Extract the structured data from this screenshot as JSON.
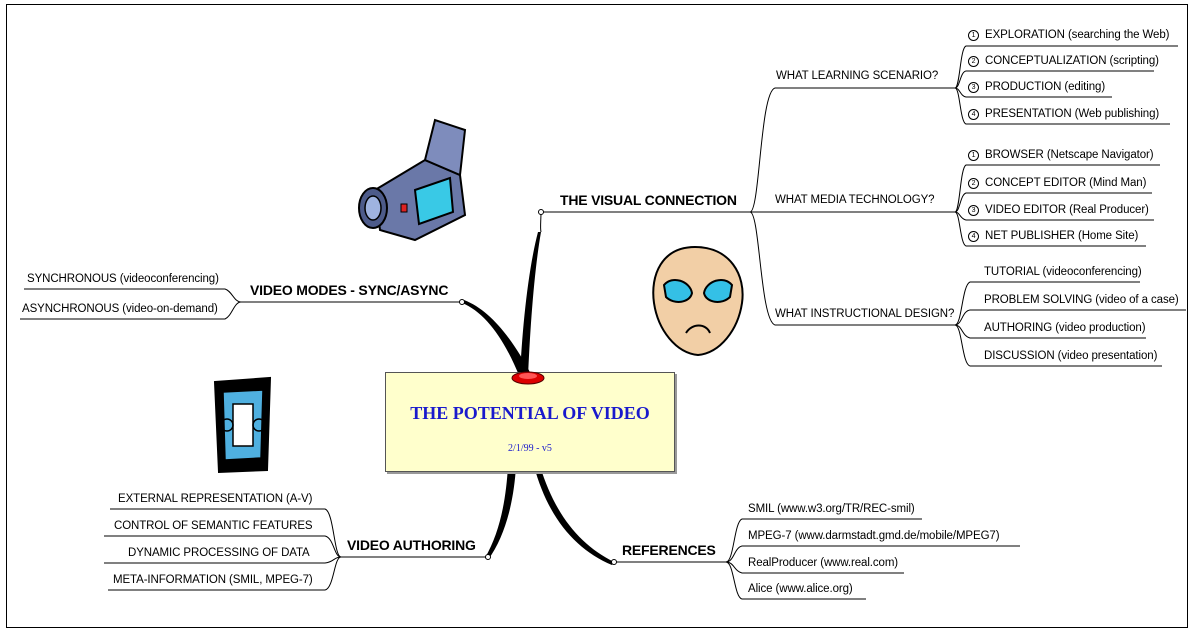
{
  "center": {
    "title": "THE POTENTIAL OF VIDEO",
    "date": "2/1/99 - v5"
  },
  "branches": {
    "visual": {
      "label": "THE VISUAL CONNECTION",
      "scenario": {
        "label": "WHAT LEARNING SCENARIO?",
        "items": [
          {
            "n": "1",
            "text": "EXPLORATION (searching the Web)"
          },
          {
            "n": "2",
            "text": "CONCEPTUALIZATION (scripting)"
          },
          {
            "n": "3",
            "text": "PRODUCTION (editing)"
          },
          {
            "n": "4",
            "text": "PRESENTATION (Web publishing)"
          }
        ]
      },
      "media": {
        "label": "WHAT MEDIA TECHNOLOGY?",
        "items": [
          {
            "n": "1",
            "text": "BROWSER (Netscape Navigator)"
          },
          {
            "n": "2",
            "text": "CONCEPT EDITOR (Mind Man)"
          },
          {
            "n": "3",
            "text": "VIDEO EDITOR (Real Producer)"
          },
          {
            "n": "4",
            "text": "NET PUBLISHER (Home Site)"
          }
        ]
      },
      "design": {
        "label": "WHAT INSTRUCTIONAL DESIGN?",
        "items": [
          "TUTORIAL (videoconferencing)",
          "PROBLEM SOLVING (video of a case)",
          "AUTHORING (video production)",
          "DISCUSSION (video presentation)"
        ]
      }
    },
    "modes": {
      "label": "VIDEO MODES - SYNC/ASYNC",
      "items": [
        "SYNCHRONOUS (videoconferencing)",
        "ASYNCHRONOUS (video-on-demand)"
      ]
    },
    "authoring": {
      "label": "VIDEO AUTHORING",
      "items": [
        "EXTERNAL REPRESENTATION (A-V)",
        "CONTROL OF SEMANTIC FEATURES",
        "DYNAMIC PROCESSING OF DATA",
        "META-INFORMATION (SMIL, MPEG-7)"
      ]
    },
    "references": {
      "label": "REFERENCES",
      "items": [
        "SMIL (www.w3.org/TR/REC-smil)",
        "MPEG-7 (www.darmstadt.gmd.de/mobile/MPEG7)",
        "RealProducer (www.real.com)",
        "Alice (www.alice.org)"
      ]
    }
  },
  "colors": {
    "note_fill": "#ffffcc",
    "title_color": "#1a1acc",
    "pin": "#dd0000",
    "branch": "#000000"
  },
  "clipart": [
    "camcorder-icon",
    "alien-face-icon",
    "videocassette-icon"
  ]
}
